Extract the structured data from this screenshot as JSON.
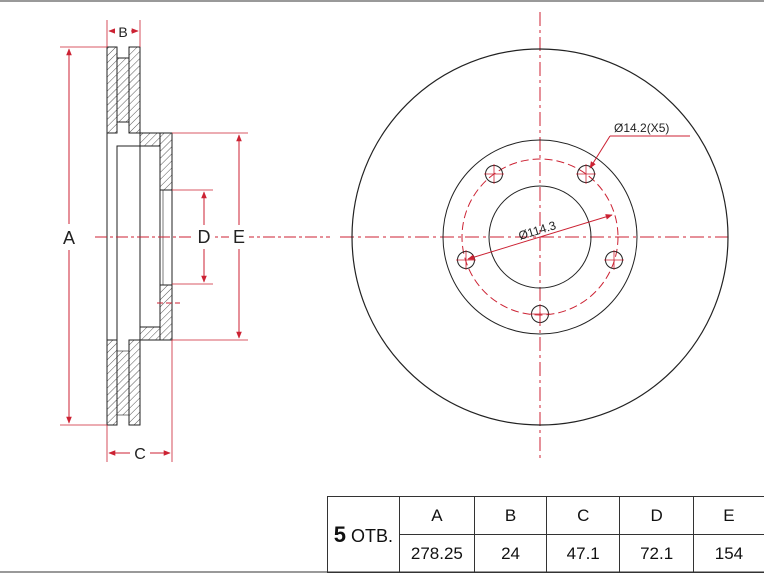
{
  "side_view": {
    "label_a": "A",
    "label_b": "B",
    "label_c": "C",
    "label_d": "D",
    "label_e": "E"
  },
  "front_view": {
    "bolt_hole_label": "Ø14.2(X5)",
    "pcd_label": "Ø114.3"
  },
  "table": {
    "holes_count": "5",
    "holes_unit": "ОТВ.",
    "headers": [
      "A",
      "B",
      "C",
      "D",
      "E"
    ],
    "values": [
      "278.25",
      "24",
      "47.1",
      "72.1",
      "154"
    ]
  },
  "colors": {
    "dimension": "#cc2233",
    "outline": "#222222",
    "hatch": "#555555"
  }
}
